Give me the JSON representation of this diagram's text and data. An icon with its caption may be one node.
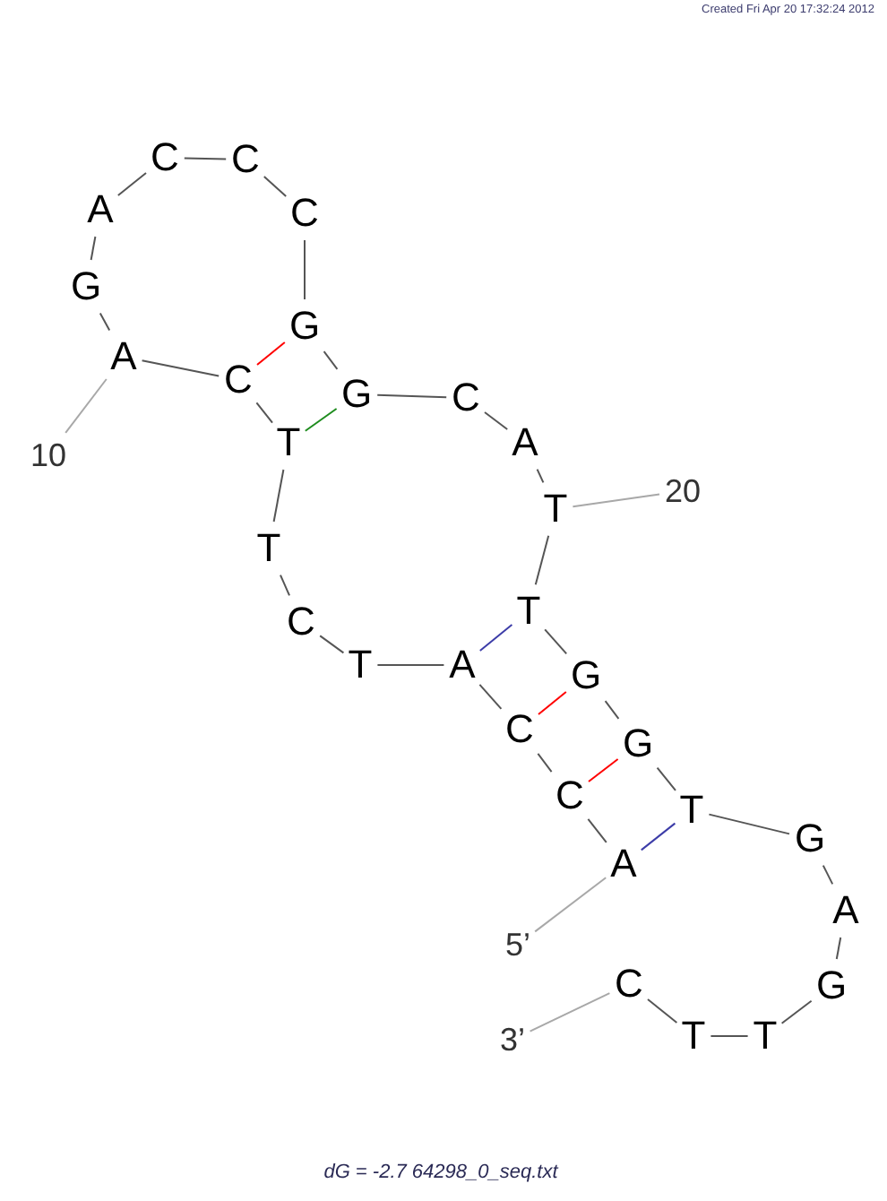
{
  "diagram": {
    "caption": "dG = -2.7 64298_0_seq.txt",
    "nodes": [
      {
        "text": [
          "A"
        ]
      },
      {
        "text": [
          "C"
        ]
      },
      {
        "text": [
          "C"
        ]
      },
      {
        "text": [
          "A"
        ]
      },
      {
        "text": [
          "T"
        ]
      },
      {
        "text": [
          "C"
        ]
      },
      {
        "text": [
          "T"
        ]
      },
      {
        "text": [
          "T"
        ]
      },
      {
        "text": [
          "C"
        ]
      },
      {
        "text": [
          "A"
        ]
      },
      {
        "text": [
          "G"
        ]
      },
      {
        "text": [
          "A"
        ]
      },
      {
        "text": [
          "C"
        ]
      },
      {
        "text": [
          "C"
        ]
      },
      {
        "text": [
          "C"
        ]
      },
      {
        "text": [
          "G"
        ]
      },
      {
        "text": [
          "G"
        ]
      },
      {
        "text": [
          "C"
        ]
      },
      {
        "text": [
          "A"
        ]
      },
      {
        "text": [
          "T"
        ]
      },
      {
        "text": [
          "T"
        ]
      },
      {
        "text": [
          "G"
        ]
      },
      {
        "text": [
          "G"
        ]
      },
      {
        "text": [
          "T"
        ]
      },
      {
        "text": [
          "G"
        ]
      },
      {
        "text": [
          "A"
        ]
      },
      {
        "text": [
          "G"
        ]
      },
      {
        "text": [
          "T"
        ]
      },
      {
        "text": [
          "T"
        ]
      },
      {
        "text": [
          "C"
        ]
      },
      {
        "text": [
          "10"
        ]
      },
      {
        "text": [
          "20"
        ]
      },
      {
        "text": [
          "5’"
        ]
      },
      {
        "text": [
          "3’"
        ]
      }
    ],
    "edges": [
      {
        "from": 0,
        "to": 1,
        "arrow": "none"
      },
      {
        "from": 1,
        "to": 2,
        "arrow": "none"
      },
      {
        "from": 2,
        "to": 3,
        "arrow": "none"
      },
      {
        "from": 3,
        "to": 4,
        "arrow": "none"
      },
      {
        "from": 4,
        "to": 5,
        "arrow": "none"
      },
      {
        "from": 5,
        "to": 6,
        "arrow": "none"
      },
      {
        "from": 6,
        "to": 7,
        "arrow": "none"
      },
      {
        "from": 7,
        "to": 8,
        "arrow": "none"
      },
      {
        "from": 8,
        "to": 9,
        "arrow": "none"
      },
      {
        "from": 9,
        "to": 10,
        "arrow": "none"
      },
      {
        "from": 10,
        "to": 11,
        "arrow": "none"
      },
      {
        "from": 11,
        "to": 12,
        "arrow": "none"
      },
      {
        "from": 12,
        "to": 13,
        "arrow": "none"
      },
      {
        "from": 13,
        "to": 14,
        "arrow": "none"
      },
      {
        "from": 14,
        "to": 15,
        "arrow": "none"
      },
      {
        "from": 15,
        "to": 16,
        "arrow": "none"
      },
      {
        "from": 16,
        "to": 17,
        "arrow": "none"
      },
      {
        "from": 17,
        "to": 18,
        "arrow": "none"
      },
      {
        "from": 18,
        "to": 19,
        "arrow": "none"
      },
      {
        "from": 19,
        "to": 20,
        "arrow": "none"
      },
      {
        "from": 20,
        "to": 21,
        "arrow": "none"
      },
      {
        "from": 21,
        "to": 22,
        "arrow": "none"
      },
      {
        "from": 22,
        "to": 23,
        "arrow": "none"
      },
      {
        "from": 23,
        "to": 24,
        "arrow": "none"
      },
      {
        "from": 24,
        "to": 25,
        "arrow": "none"
      },
      {
        "from": 25,
        "to": 26,
        "arrow": "none"
      },
      {
        "from": 26,
        "to": 27,
        "arrow": "none"
      },
      {
        "from": 27,
        "to": 28,
        "arrow": "none"
      },
      {
        "from": 28,
        "to": 29,
        "arrow": "none"
      },
      {
        "from": 8,
        "to": 15,
        "arrow": "none",
        "color": "#ff0000"
      },
      {
        "from": 7,
        "to": 16,
        "arrow": "none",
        "color": "#1e8c1e"
      },
      {
        "from": 3,
        "to": 20,
        "arrow": "none",
        "color": "#3c3ca8"
      },
      {
        "from": 2,
        "to": 21,
        "arrow": "none",
        "color": "#ff0000"
      },
      {
        "from": 1,
        "to": 22,
        "arrow": "none",
        "color": "#ff0000"
      },
      {
        "from": 0,
        "to": 23,
        "arrow": "none",
        "color": "#3c3ca8"
      },
      {
        "from": 30,
        "to": 9,
        "arrow": "none",
        "color": "#a8a8a8"
      },
      {
        "from": 31,
        "to": 19,
        "arrow": "none",
        "color": "#a8a8a8"
      },
      {
        "from": 32,
        "to": 0,
        "arrow": "none",
        "color": "#a8a8a8"
      },
      {
        "from": 33,
        "to": 29,
        "arrow": "none",
        "color": "#a8a8a8"
      }
    ],
    "labels": [
      "Created Fri Apr 20 17:32:24 2012"
    ]
  }
}
